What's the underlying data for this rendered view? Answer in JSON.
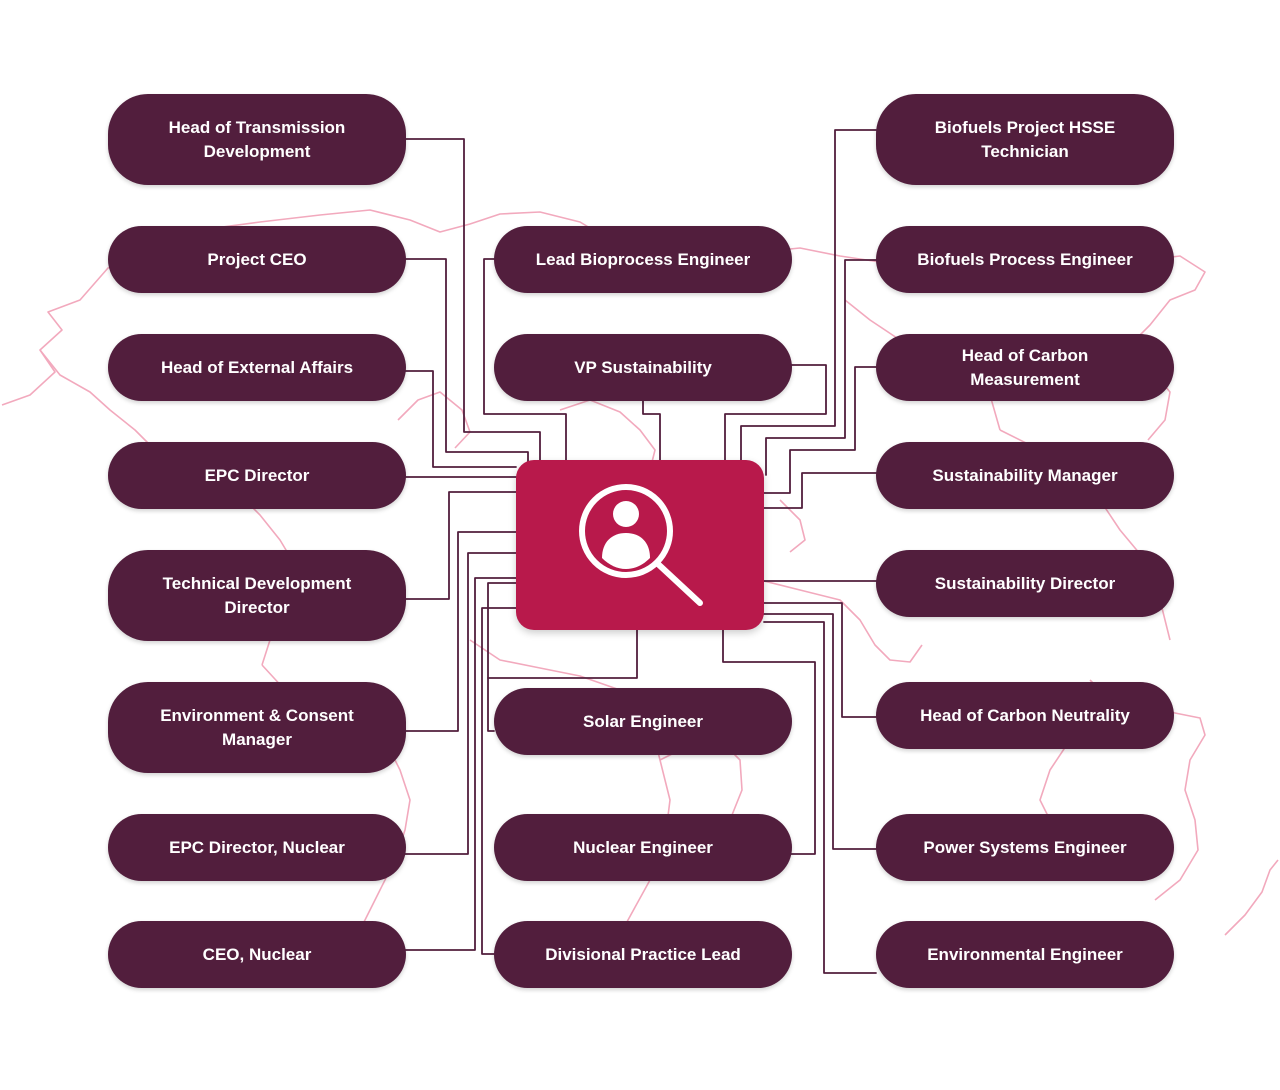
{
  "diagram": {
    "hub": {
      "icon": "person-search-icon"
    },
    "roles": {
      "left": [
        "Head of Transmission\nDevelopment",
        "Project CEO",
        "Head of External Affairs",
        "EPC Director",
        "Technical Development\nDirector",
        "Environment & Consent\nManager",
        "EPC Director, Nuclear",
        "CEO, Nuclear"
      ],
      "center": [
        "Lead Bioprocess Engineer",
        "VP Sustainability",
        "Solar Engineer",
        "Nuclear Engineer",
        "Divisional Practice Lead"
      ],
      "right": [
        "Biofuels Project HSSE\nTechnician",
        "Biofuels Process Engineer",
        "Head of Carbon\nMeasurement",
        "Sustainability Manager",
        "Sustainability Director",
        "Head of Carbon Neutrality",
        "Power Systems Engineer",
        "Environmental Engineer"
      ]
    },
    "colors": {
      "pill": "#521e3d",
      "hub": "#b8194b",
      "connector": "#521e3d",
      "map_outline": "#f2a9bd",
      "text": "#ffffff"
    }
  }
}
